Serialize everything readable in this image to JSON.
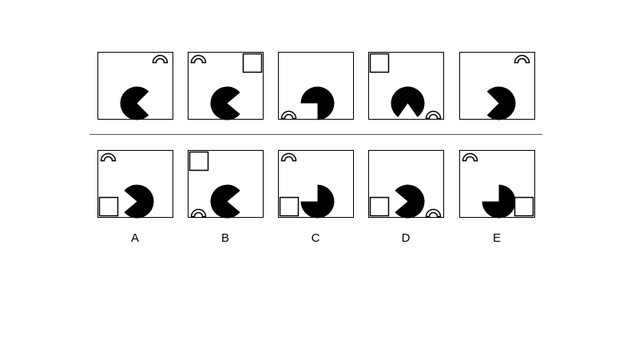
{
  "puzzle": {
    "colors": {
      "stroke": "#000000",
      "fill": "#000000",
      "background": "#ffffff"
    },
    "sequence_panels": [
      {
        "shapes": [
          {
            "icon": "pie-shape",
            "direction": "right",
            "mouth_deg": 90,
            "corner": "bottom-center"
          },
          {
            "icon": "half-ring-icon",
            "corner": "top-right"
          }
        ]
      },
      {
        "shapes": [
          {
            "icon": "pie-shape",
            "direction": "right",
            "mouth_deg": 80,
            "corner": "bottom-center"
          },
          {
            "icon": "half-ring-icon",
            "corner": "top-left"
          },
          {
            "icon": "square-icon",
            "corner": "top-right"
          }
        ]
      },
      {
        "shapes": [
          {
            "icon": "pie-shape",
            "direction": "down-left",
            "mouth_deg": 90,
            "corner": "bottom-center"
          },
          {
            "icon": "half-ring-icon",
            "corner": "bottom-left"
          }
        ]
      },
      {
        "shapes": [
          {
            "icon": "pie-shape",
            "direction": "down",
            "mouth_deg": 70,
            "corner": "bottom-center"
          },
          {
            "icon": "square-icon",
            "corner": "top-left"
          },
          {
            "icon": "half-ring-icon",
            "corner": "bottom-right"
          }
        ]
      },
      {
        "shapes": [
          {
            "icon": "pie-shape",
            "direction": "left",
            "mouth_deg": 90,
            "corner": "bottom-center"
          },
          {
            "icon": "half-ring-icon",
            "corner": "top-right"
          }
        ]
      }
    ],
    "answer_options": [
      {
        "label": "A",
        "shapes": [
          {
            "icon": "pie-shape",
            "direction": "left",
            "mouth_deg": 80,
            "corner": "bottom-center"
          },
          {
            "icon": "half-ring-icon",
            "corner": "top-left"
          },
          {
            "icon": "square-icon",
            "corner": "bottom-left"
          }
        ]
      },
      {
        "label": "B",
        "shapes": [
          {
            "icon": "pie-shape",
            "direction": "right",
            "mouth_deg": 80,
            "corner": "bottom-center"
          },
          {
            "icon": "square-icon",
            "corner": "top-left"
          },
          {
            "icon": "half-ring-icon",
            "corner": "bottom-left"
          }
        ]
      },
      {
        "label": "C",
        "shapes": [
          {
            "icon": "pie-shape",
            "direction": "up-left",
            "mouth_deg": 90,
            "corner": "bottom-center"
          },
          {
            "icon": "half-ring-icon",
            "corner": "top-left"
          },
          {
            "icon": "square-icon",
            "corner": "bottom-left"
          }
        ]
      },
      {
        "label": "D",
        "shapes": [
          {
            "icon": "pie-shape",
            "direction": "left",
            "mouth_deg": 80,
            "corner": "bottom-center"
          },
          {
            "icon": "square-icon",
            "corner": "bottom-left"
          },
          {
            "icon": "half-ring-icon",
            "corner": "bottom-right"
          }
        ]
      },
      {
        "label": "E",
        "shapes": [
          {
            "icon": "pie-shape",
            "direction": "up-left",
            "mouth_deg": 90,
            "corner": "bottom-center"
          },
          {
            "icon": "half-ring-icon",
            "corner": "top-left"
          },
          {
            "icon": "square-icon",
            "corner": "bottom-right"
          }
        ]
      }
    ]
  }
}
